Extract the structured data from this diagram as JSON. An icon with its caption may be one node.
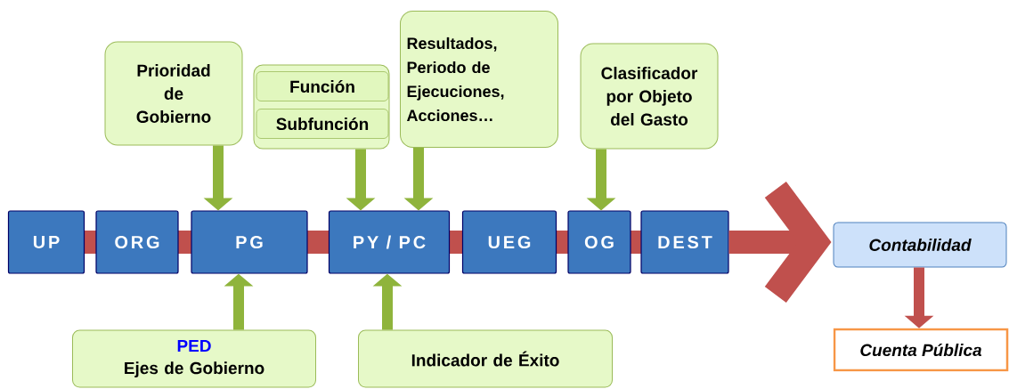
{
  "diagram": {
    "nodes": [
      {
        "text": [
          "UP"
        ]
      },
      {
        "text": [
          "ORG"
        ]
      },
      {
        "text": [
          "PG"
        ]
      },
      {
        "text": [
          "PY / PC"
        ]
      },
      {
        "text": [
          "UEG"
        ]
      },
      {
        "text": [
          "OG"
        ]
      },
      {
        "text": [
          "DEST"
        ]
      },
      {
        "text": [
          "Prioridad de Gobierno"
        ]
      },
      {
        "text": [],
        "shape": "box"
      },
      {
        "text": [
          "Función"
        ],
        "in": 8
      },
      {
        "text": [
          "Subfunción"
        ],
        "in": 8
      },
      {
        "text": [
          "Resultados, Periodo de Ejecuciones, Acciones…"
        ]
      },
      {
        "text": [
          "Clasificador por Objeto del Gasto"
        ]
      },
      {
        "text": [
          "PED",
          "Ejes de Gobierno"
        ]
      },
      {
        "text": [
          "Indicador de Éxito"
        ]
      },
      {
        "text": [
          "Contabilidad"
        ]
      },
      {
        "text": [
          "Cuenta Pública"
        ]
      }
    ],
    "edges": [
      {
        "from": 7,
        "to": 2,
        "arrow": "to",
        "color": "#8fb43c"
      },
      {
        "from": 8,
        "to": 3,
        "arrow": "to",
        "color": "#8fb43c"
      },
      {
        "from": 11,
        "to": 3,
        "arrow": "to",
        "color": "#8fb43c"
      },
      {
        "from": 12,
        "to": 5,
        "arrow": "to",
        "color": "#8fb43c"
      },
      {
        "from": 13,
        "to": 2,
        "arrow": "to",
        "color": "#8fb43c"
      },
      {
        "from": 14,
        "to": 3,
        "arrow": "to",
        "color": "#8fb43c"
      },
      {
        "from": 0,
        "to": 1,
        "arrow": "none",
        "style": "thick"
      },
      {
        "from": 1,
        "to": 2,
        "arrow": "none",
        "style": "thick"
      },
      {
        "from": 2,
        "to": 3,
        "arrow": "none",
        "style": "thick"
      },
      {
        "from": 3,
        "to": 4,
        "arrow": "none",
        "style": "thick"
      },
      {
        "from": 4,
        "to": 5,
        "arrow": "none",
        "style": "thick"
      },
      {
        "from": 5,
        "to": 6,
        "arrow": "none",
        "style": "thick"
      },
      {
        "from": 6,
        "to": 15,
        "arrow": "to",
        "style": "thick"
      },
      {
        "from": 15,
        "to": 16,
        "arrow": "to"
      }
    ]
  }
}
